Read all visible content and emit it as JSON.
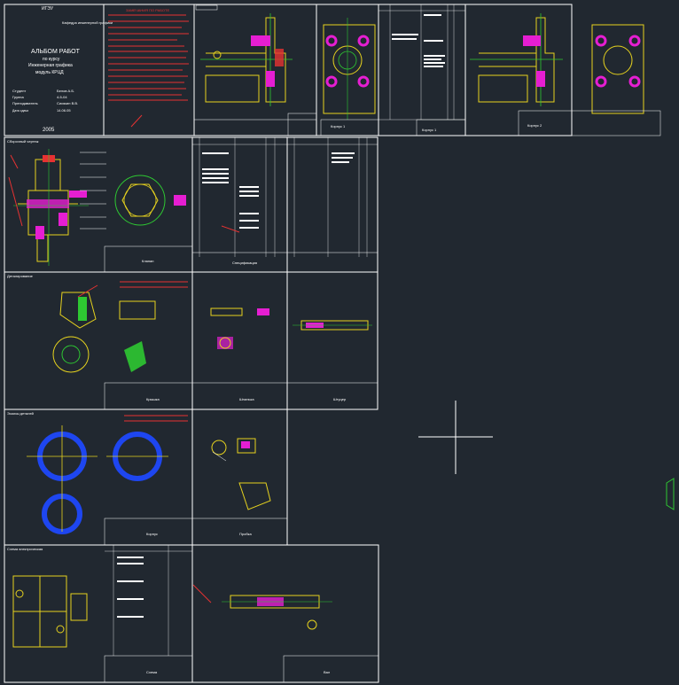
{
  "title_sheet": {
    "university": "ИГЭУ",
    "department": "Кафедра инженерной графики",
    "album_title": "АЛЬБОМ РАБОТ",
    "course_line1": "по курсу",
    "course_line2": "Инженерная графика",
    "course_line3": "модуль КРЦД",
    "student_label": "Студент",
    "student_value": "Белов А.Б.",
    "group_label": "Группа",
    "group_value": "4-5-04",
    "teacher_label": "Преподаватель",
    "teacher_value": "Сисякин В.В.",
    "date_label": "Дата сдачи",
    "date_value": "14.06.05",
    "year": "2005"
  },
  "notes_title": "ЗАМЕЧАНИЯ ПО РАБОТЕ",
  "sheet_headers": [
    "Сборочный чертеж",
    "Деталирование",
    "Эскизы деталей",
    "Схема электрическая"
  ],
  "titleblocks": [
    "Корпус 1",
    "Корпус 1",
    "Корпус 2",
    "Клапан",
    "Крышка",
    "Шпилька",
    "Штуцер",
    "Корпус",
    "Пробка",
    "Схема",
    "Вал"
  ],
  "spec_title": "Спецификация",
  "colors": {
    "background": "#212830",
    "frame": "#ffffff",
    "yellow": "#e6d21e",
    "magenta": "#e61ed2",
    "red": "#e63232",
    "green": "#2ec832",
    "blue": "#1e46f0",
    "crosshair": "#ffffff"
  }
}
